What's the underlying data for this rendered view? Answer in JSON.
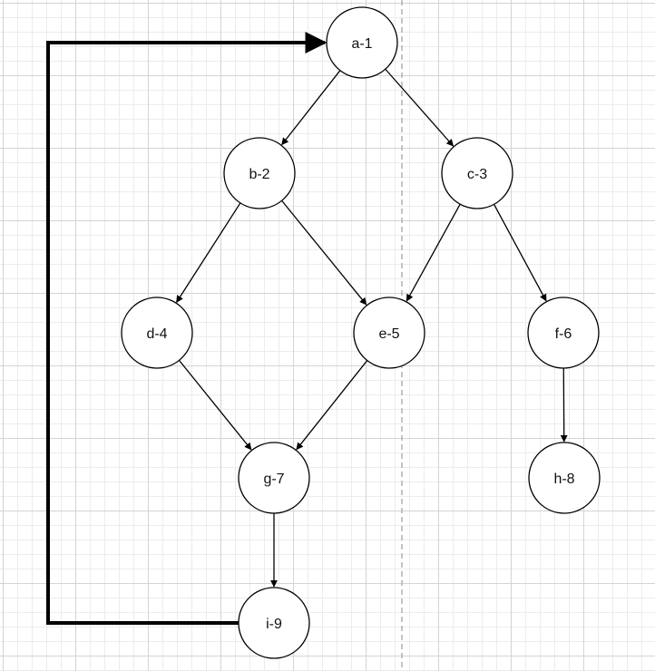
{
  "diagram": {
    "nodes": [
      {
        "id": "a",
        "label": "a-1"
      },
      {
        "id": "b",
        "label": "b-2"
      },
      {
        "id": "c",
        "label": "c-3"
      },
      {
        "id": "d",
        "label": "d-4"
      },
      {
        "id": "e",
        "label": "e-5"
      },
      {
        "id": "f",
        "label": "f-6"
      },
      {
        "id": "g",
        "label": "g-7"
      },
      {
        "id": "h",
        "label": "h-8"
      },
      {
        "id": "i",
        "label": "i-9"
      }
    ],
    "edges": [
      {
        "from": "a",
        "to": "b"
      },
      {
        "from": "a",
        "to": "c"
      },
      {
        "from": "b",
        "to": "d"
      },
      {
        "from": "b",
        "to": "e"
      },
      {
        "from": "c",
        "to": "e"
      },
      {
        "from": "c",
        "to": "f"
      },
      {
        "from": "d",
        "to": "g"
      },
      {
        "from": "e",
        "to": "g"
      },
      {
        "from": "f",
        "to": "h"
      },
      {
        "from": "g",
        "to": "i"
      },
      {
        "from": "i",
        "to": "a",
        "style": "bold-loop"
      }
    ],
    "colors": {
      "node_fill": "#ffffff",
      "node_stroke": "#000000",
      "edge": "#000000"
    }
  }
}
